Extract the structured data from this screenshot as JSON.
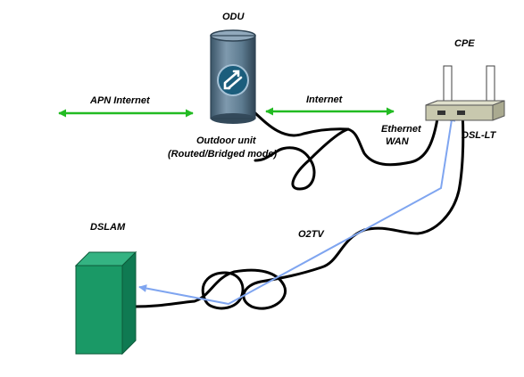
{
  "labels": {
    "odu": "ODU",
    "cpe": "CPE",
    "dslam": "DSLAM",
    "apn_internet": "APN Internet",
    "internet": "Internet",
    "outdoor_unit_line1": "Outdoor unit",
    "outdoor_unit_line2": "(Routed/Bridged mode)",
    "ethernet_wan_line1": "Ethernet",
    "ethernet_wan_line2": "WAN",
    "dsl_lt": "DSL-LT",
    "o2tv": "O2TV"
  },
  "colors": {
    "green_arrow": "#22bb22",
    "blue_arrow": "#7fa5f0",
    "cable": "#000000",
    "dslam_body": "#1a9966",
    "odu_body": "#5f7f96",
    "odu_logo": "#1b5d7c",
    "cpe_body": "#c8c8ae"
  },
  "icons": {
    "odu_logo": "crossed-arrows-icon"
  }
}
